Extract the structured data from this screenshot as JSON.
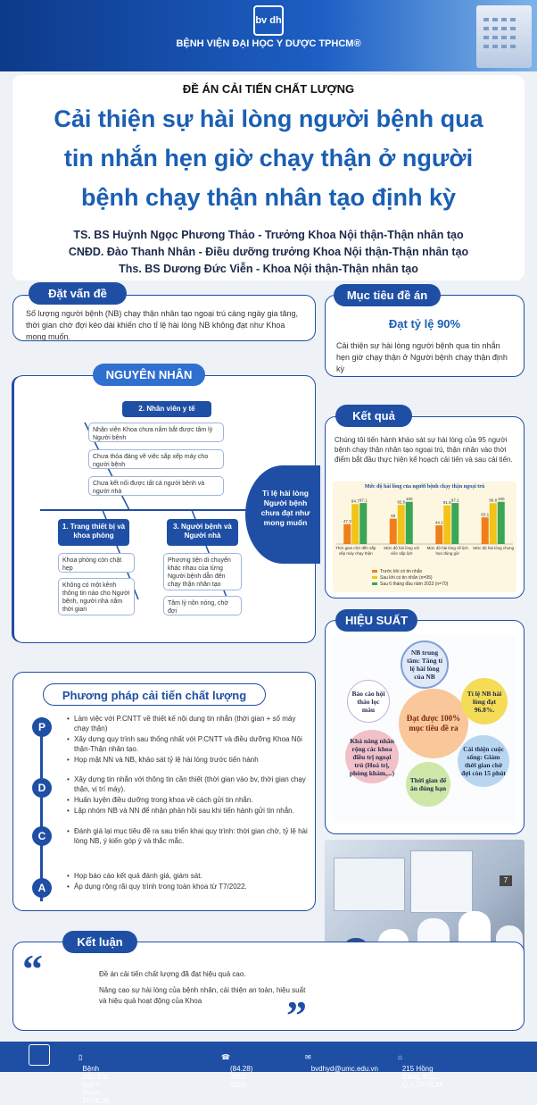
{
  "header": {
    "logo_text": "bv dh",
    "hospital_name": "BỆNH VIỆN ĐẠI HỌC Y DƯỢC TPHCM®"
  },
  "title": {
    "project_label": "ĐỀ ÁN CẢI TIẾN CHẤT LƯỢNG",
    "lines": [
      "Cải thiện sự hài lòng người bệnh qua",
      "tin nhắn hẹn giờ chạy thận ở người",
      "bệnh chạy thận nhân tạo định kỳ"
    ],
    "authors": [
      "TS. BS Huỳnh Ngọc Phương Thảo - Trưởng Khoa Nội thận-Thận nhân tạo",
      "CNĐD. Đào Thanh Nhân - Điều dưỡng trưởng Khoa Nội thận-Thận nhân tạo",
      "Ths. BS Dương Đức Viễn - Khoa Nội thận-Thận nhân tạo"
    ]
  },
  "problem": {
    "heading": "Đặt vấn đề",
    "text": "Số lượng người bệnh (NB) chạy thận nhân tạo ngoại trú càng ngày gia tăng, thời gian chờ đợi kéo dài khiến cho tỉ lệ hài lòng NB không đạt như Khoa mong muốn."
  },
  "objective": {
    "heading": "Mục tiêu đề án",
    "target": "Đạt tỷ lệ 90%",
    "text": "Cải thiện sự hài lòng người bệnh qua tin nhắn hẹn giờ chạy thận ở Người bệnh chạy thận định kỳ"
  },
  "causes": {
    "heading": "NGUYÊN NHÂN",
    "head_text": "Tỉ lệ hài lòng Người bệnh chưa đạt như mong muốn",
    "cat2": "2. Nhân viên y tế",
    "cat2_items": [
      "Nhân viên Khoa chưa nắm bắt được tâm lý Người bệnh",
      "Chưa thỏa đáng về việc sắp xếp máy cho người bệnh",
      "Chưa kết nối được tất cả người bệnh và người nhà"
    ],
    "cat1": "1. Trang thiết bị và khoa phòng",
    "cat1_items": [
      "Khoa phòng còn chật hẹp",
      "Không có một kênh thông tin nào cho Người bệnh, người nhà nắm thời gian"
    ],
    "cat3": "3. Người bệnh và Người nhà",
    "cat3_items": [
      "Phương tiện di chuyển khác nhau của từng Người bệnh dẫn đến chạy thận nhân tạo",
      "Tâm lý nôn nóng, chờ đợi"
    ]
  },
  "results": {
    "heading": "Kết quả",
    "text": "Chúng tôi tiến hành khảo sát sự hài lòng của 95 người bệnh chạy thận nhân tạo ngoại trú, thận nhân vào thời điểm bắt đầu thực hiện kế hoạch cải tiến và sau cải tiến."
  },
  "chart_data": {
    "type": "bar",
    "title": "Mức độ hài lòng của người bệnh chạy thận ngoại trú",
    "categories": [
      "Thời gian chờ đến sắp xếp máy chạy thận",
      "Mức độ hài lòng với việc sắp lịch",
      "Mức độ hài lòng về lịch hẹn đúng giờ",
      "Mức độ hài lòng chung"
    ],
    "series": [
      {
        "name": "Trước khi có tin nhắn",
        "color": "#ef7f1a",
        "values": [
          47.3,
          60,
          44.2,
          63.1
        ]
      },
      {
        "name": "Sau khi có tin nhắn (n=95)",
        "color": "#f2c318",
        "values": [
          94.7,
          92.6,
          91.5,
          96.8
        ]
      },
      {
        "name": "Sau 6 tháng đầu năm 2023 (n=70)",
        "color": "#3aa655",
        "values": [
          97.1,
          100,
          97.1,
          100
        ]
      }
    ],
    "ylim": [
      0,
      110
    ]
  },
  "performance": {
    "heading": "HIỆU SUẤT",
    "center": "Đạt được 100% mục tiêu đề ra",
    "bubbles": [
      "NB trung tâm: Tăng tỉ lệ hài lòng của NB",
      "Tỉ lệ NB hài lòng đạt 96.8%.",
      "Cải thiện cuộc sống: Giảm thời gian chờ đợi còn 15 phút",
      "Thời gian để ăn đúng hạn",
      "Khả năng nhân rộng các khoa điều trị ngoại trú (Hoá trị, phòng khám,...)",
      "Báo cáo hội thảo lọc máu"
    ]
  },
  "method": {
    "heading": "Phương pháp cải tiến chất lượng",
    "steps": [
      {
        "letter": "P",
        "items": [
          "Làm việc với P.CNTT về thiết kế nội dung tin nhắn (thời gian + số máy chạy thận)",
          "Xây dựng quy trình sau thống nhất với P.CNTT và điều dưỡng Khoa Nội thận-Thận nhân tạo.",
          "Họp mặt NN và NB, khảo sát tỷ lệ hài lòng trước tiến hành"
        ]
      },
      {
        "letter": "D",
        "items": [
          "Xây dựng tin nhắn với thông tin cần thiết (thời gian vào bv, thời gian chạy thận, vị trí máy).",
          "Huấn luyện điều dưỡng trong khoa về cách gửi tin nhắn.",
          "Lập nhóm NB và NN để nhận phản hồi sau khi tiến hành gửi tin nhắn."
        ]
      },
      {
        "letter": "C",
        "items": [
          "Đánh giá lại mục tiêu đề ra sau triển khai quy trình: thời gian chờ, tỷ lệ hài lòng NB, ý kiến góp ý và thắc mắc."
        ]
      },
      {
        "letter": "A",
        "items": [
          "Họp báo cáo kết quả đánh giá, giám sát.",
          "Áp dụng rộng rãi quy trình trong toàn khoa từ T7/2022."
        ]
      }
    ]
  },
  "conclusion": {
    "heading": "Kết luận",
    "items": [
      "Đề án cải tiến chất lượng đã đạt hiệu quả cao.",
      "Nâng cao sự hài lòng của bệnh nhân, cải thiện an toàn, hiệu suất và hiệu quả hoạt động của Khoa"
    ]
  },
  "footer": {
    "hospital": "Bệnh viện Đại học Y Dược TP.HCM",
    "phone": "(84.28) 3855 4269",
    "email": "bvdhyd@umc.edu.vn",
    "address": "215 Hồng Bàng, P.11, Q.5,TP.HCM"
  }
}
